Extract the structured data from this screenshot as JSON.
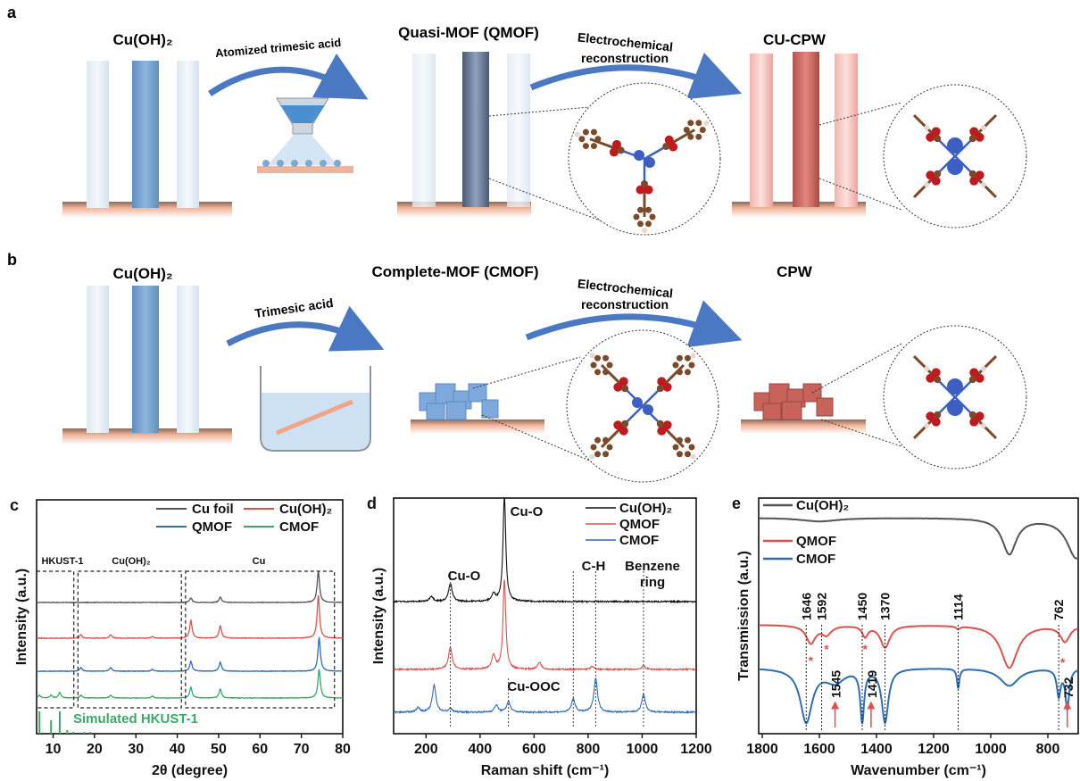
{
  "schematic": {
    "row_a": {
      "panel_label": "a",
      "title_1": "Cu(OH)₂",
      "arrow_1_label": "Atomized trimesic acid",
      "title_2": "Quasi-MOF (QMOF)",
      "arrow_2_label_1": "Electrochemical",
      "arrow_2_label_2": "reconstruction",
      "title_3": "CU-CPW"
    },
    "row_b": {
      "panel_label": "b",
      "title_1": "Cu(OH)₂",
      "arrow_1_label": "Trimesic acid",
      "title_2": "Complete-MOF (CMOF)",
      "arrow_2_label_1": "Electrochemical",
      "arrow_2_label_2": "reconstruction",
      "title_3": "CPW"
    },
    "colors": {
      "pillar_blue": "#7fa8cf",
      "pillar_red": "#e07a72",
      "cu_atom": "#3d5fc4",
      "o_atom": "#c0191e",
      "c_atom": "#7a4a2a",
      "arrow": "#4a78c2"
    }
  },
  "chart_data": [
    {
      "panel_label": "c",
      "type": "line",
      "xlabel": "2θ (degree)",
      "ylabel": "Intensity (a.u.)",
      "xlim": [
        6,
        80
      ],
      "xticks": [
        10,
        20,
        30,
        40,
        50,
        60,
        70,
        80
      ],
      "legend_placement": "top-right",
      "series": [
        {
          "name": "Cu foil",
          "color": "#555555",
          "peaks": [
            [
              43.3,
              5
            ],
            [
              50.4,
              6
            ],
            [
              74.1,
              35
            ]
          ]
        },
        {
          "name": "Cu(OH)₂",
          "color": "#d9534f",
          "peaks": [
            [
              16.7,
              4
            ],
            [
              23.9,
              4
            ],
            [
              34.0,
              2
            ],
            [
              43.3,
              20
            ],
            [
              50.4,
              14
            ],
            [
              74.1,
              48
            ]
          ]
        },
        {
          "name": "QMOF",
          "color": "#2f6db5",
          "peaks": [
            [
              16.7,
              4
            ],
            [
              23.9,
              4
            ],
            [
              34.0,
              2
            ],
            [
              43.3,
              11
            ],
            [
              50.4,
              10
            ],
            [
              74.3,
              38
            ]
          ]
        },
        {
          "name": "CMOF",
          "color": "#3aa86b",
          "peaks": [
            [
              6.7,
              3
            ],
            [
              9.5,
              3
            ],
            [
              11.6,
              6
            ],
            [
              16.7,
              3
            ],
            [
              23.9,
              3
            ],
            [
              34.0,
              2
            ],
            [
              43.3,
              12
            ],
            [
              50.4,
              10
            ],
            [
              74.3,
              32
            ]
          ]
        }
      ],
      "reference": {
        "name": "Simulated HKUST-1",
        "color": "#3aa86b",
        "sticks": [
          [
            6.7,
            25
          ],
          [
            9.5,
            15
          ],
          [
            11.6,
            25
          ],
          [
            13.4,
            4
          ],
          [
            14.9,
            2
          ],
          [
            17.5,
            2
          ],
          [
            19.0,
            2
          ]
        ]
      },
      "regions": [
        "HKUST-1",
        "Cu(OH)₂",
        "Cu"
      ]
    },
    {
      "panel_label": "d",
      "type": "line",
      "xlabel": "Raman shift (cm⁻¹)",
      "ylabel": "Intensity (a.u.)",
      "xlim": [
        80,
        1200
      ],
      "xticks": [
        200,
        400,
        600,
        800,
        1000,
        1200
      ],
      "legend_placement": "top-right",
      "series": [
        {
          "name": "Cu(OH)₂",
          "color": "#111111",
          "peaks": [
            [
              220,
              6
            ],
            [
              290,
              20
            ],
            [
              450,
              8
            ],
            [
              490,
              119
            ]
          ]
        },
        {
          "name": "QMOF",
          "color": "#d9534f",
          "peaks": [
            [
              290,
              25
            ],
            [
              450,
              15
            ],
            [
              490,
              100
            ],
            [
              620,
              8
            ],
            [
              815,
              3
            ],
            [
              1005,
              4
            ]
          ]
        },
        {
          "name": "CMOF",
          "color": "#2f6db5",
          "peaks": [
            [
              170,
              5
            ],
            [
              230,
              30
            ],
            [
              290,
              4
            ],
            [
              460,
              8
            ],
            [
              505,
              12
            ],
            [
              745,
              15
            ],
            [
              828,
              38
            ],
            [
              1005,
              20
            ]
          ]
        }
      ],
      "annotations": [
        "Cu-O",
        "Cu-O",
        "C-H",
        "Benzene",
        "ring",
        "Cu-OOC"
      ],
      "marker_lines": [
        290,
        505,
        745,
        828,
        1005
      ]
    },
    {
      "panel_label": "e",
      "type": "line",
      "xlabel": "Wavenumber (cm⁻¹)",
      "ylabel": "Transmission (a.u.)",
      "xlim": [
        1812,
        694
      ],
      "xticks": [
        1800,
        1600,
        1400,
        1200,
        1000,
        800
      ],
      "legend_placement": "top-left",
      "series": [
        {
          "name": "Cu(OH)₂",
          "color": "#555555",
          "dips": [
            [
              1600,
              4,
              80
            ],
            [
              935,
              40,
              30
            ],
            [
              700,
              45,
              40
            ]
          ]
        },
        {
          "name": "QMOF",
          "color": "#d9534f",
          "dips": [
            [
              1630,
              20,
              20
            ],
            [
              1575,
              10,
              20
            ],
            [
              1440,
              12,
              12
            ],
            [
              1370,
              25,
              20
            ],
            [
              1114,
              3,
              8
            ],
            [
              935,
              48,
              35
            ],
            [
              740,
              18,
              20
            ]
          ]
        },
        {
          "name": "CMOF",
          "color": "#2f6db5",
          "dips": [
            [
              1646,
              60,
              25
            ],
            [
              1545,
              15,
              40
            ],
            [
              1450,
              58,
              8
            ],
            [
              1370,
              60,
              14
            ],
            [
              1114,
              22,
              5
            ],
            [
              935,
              20,
              40
            ],
            [
              762,
              30,
              8
            ],
            [
              732,
              45,
              8
            ]
          ]
        }
      ],
      "marker_lines": [
        1646,
        1592,
        1450,
        1370,
        1114,
        762
      ],
      "marker_labels": [
        "1646",
        "1592",
        "1450",
        "1370",
        "1114",
        "762"
      ],
      "arrow_labels": [
        "1545",
        "1419",
        "732"
      ]
    }
  ]
}
